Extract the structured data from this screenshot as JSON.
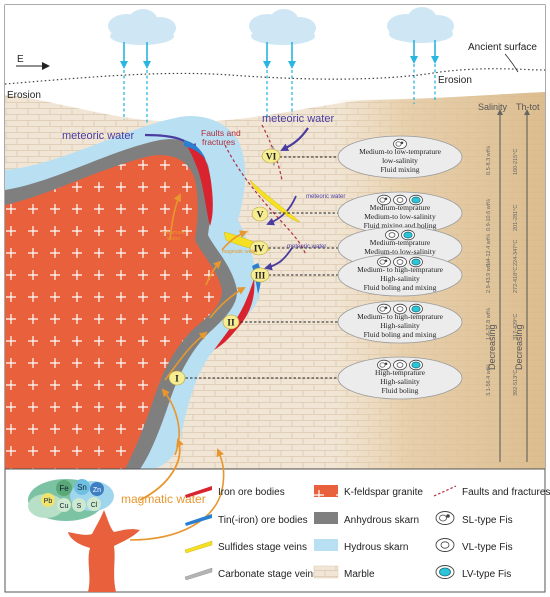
{
  "labels": {
    "east": "E",
    "ancient_surface": "Ancient surface",
    "erosion_left": "Erosion",
    "erosion_right": "Erosion",
    "meteoric_water_left": "meteoric water",
    "meteoric_water_right": "meteoric water",
    "meteoric_water_small_1": "meteoric water",
    "meteoric_water_small_2": "meteoric water",
    "faults_line1": "Faults and",
    "faults_line2": "fractures",
    "magmatic_water_small_1_line1": "magmatic",
    "magmatic_water_small_1_line2": "water",
    "magmatic_water_small_2": "magmatic water",
    "magmatic_water_big": "magmatic water",
    "salinity": "Salinity",
    "th_tot": "Th-tot",
    "decreasing_1": "Decreasing",
    "decreasing_2": "Decreasing"
  },
  "stages": [
    {
      "numeral": "VI",
      "line1": "Medium-to low-temprature",
      "line2": "low-salinity",
      "line3": "Fluid mixing",
      "line4": "",
      "salinity": "0.5-8.3 wt%",
      "temp": "160-215°C"
    },
    {
      "numeral": "V",
      "line1": "Medium-temprature",
      "line2": "Medium-to low-salinity",
      "line3": "Fluid mixing and boling",
      "line4": "",
      "salinity": "0.9-10.6 wt%",
      "temp": "201-281°C"
    },
    {
      "numeral": "IV",
      "line1": "Medium-temprature",
      "line2": "Medium-to low-salinity",
      "line3": "Fluid mixing and boling",
      "line4": "",
      "salinity": "1.4-12.4 wt%",
      "temp": "224-347°C"
    },
    {
      "numeral": "III",
      "line1": "Medium- to high-temprature",
      "line2": "High-salinity",
      "line3": "Fluid boling and mixing",
      "line4": "",
      "salinity": "2.9-43.9 wt%",
      "temp": "272-418°C"
    },
    {
      "numeral": "II",
      "line1": "Medium- to high-temprature",
      "line2": "High-salinity",
      "line3": "Fluid boling and mixing",
      "line4": "",
      "salinity": "1.6-37.8 wt%",
      "temp": "317-429°C"
    },
    {
      "numeral": "I",
      "line1": "High-temprature",
      "line2": "High-salinity",
      "line3": "Fluid boling",
      "line4": "",
      "salinity": "3.1-56.4 wt%",
      "temp": "392-513°C"
    }
  ],
  "elements": [
    "Fe",
    "Sn",
    "Pb",
    "Cu",
    "S",
    "Cl",
    "Zn"
  ],
  "legend": [
    {
      "label": "Iron ore bodies"
    },
    {
      "label": "Tin(-iron) ore bodies"
    },
    {
      "label": "Sulfides stage veins"
    },
    {
      "label": "Carbonate stage veins"
    },
    {
      "label": "K-feldspar granite"
    },
    {
      "label": "Anhydrous skarn"
    },
    {
      "label": "Hydrous skarn"
    },
    {
      "label": "Marble"
    },
    {
      "label": "Faults and fractures"
    },
    {
      "label": "SL-type Fis"
    },
    {
      "label": "VL-type Fis"
    },
    {
      "label": "LV-type Fis"
    }
  ],
  "colors": {
    "granite": "#e8603c",
    "anhydrous_skarn": "#808080",
    "hydrous_skarn": "#b8e0f2",
    "marble": "#f1e6d6",
    "iron_ore": "#d9232e",
    "tin_ore": "#2a7fd0",
    "sulfide": "#f5e121",
    "carbonate": "#b4b4b4",
    "magmatic_arrow": "#e8972e",
    "meteoric_arrow": "#4b3ca0",
    "fault": "#b02f3e",
    "cloud": "#cfe7f5",
    "rain": "#29b6e0"
  }
}
